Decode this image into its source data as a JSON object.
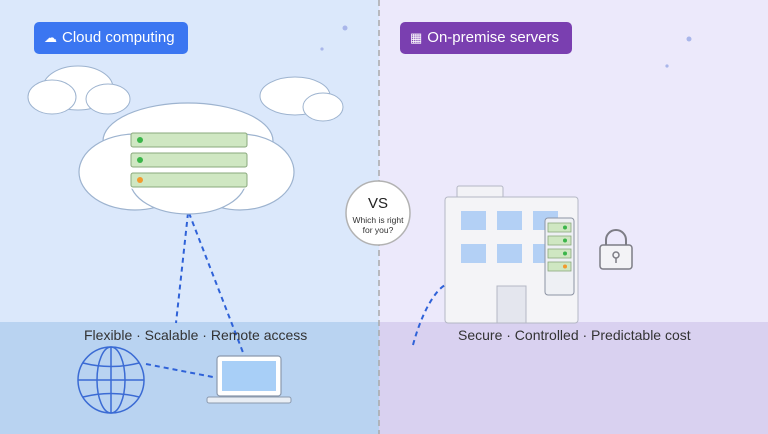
{
  "left": {
    "title": "Cloud computing",
    "title_icon": "cloud-icon",
    "tagline": "Flexible · Scalable · Remote access",
    "colors": {
      "panel": "#dbe8fb",
      "band": "#b9d3f1",
      "pill": "#3b76f1"
    }
  },
  "right": {
    "title": "On-premise servers",
    "title_icon": "building-icon",
    "tagline": "Secure · Controlled · Predictable cost",
    "colors": {
      "panel": "#ece9fb",
      "band": "#d9d1f0",
      "pill": "#7a3fb0"
    }
  },
  "versus": {
    "title": "VS",
    "subtitle": "Which is right for you?"
  }
}
